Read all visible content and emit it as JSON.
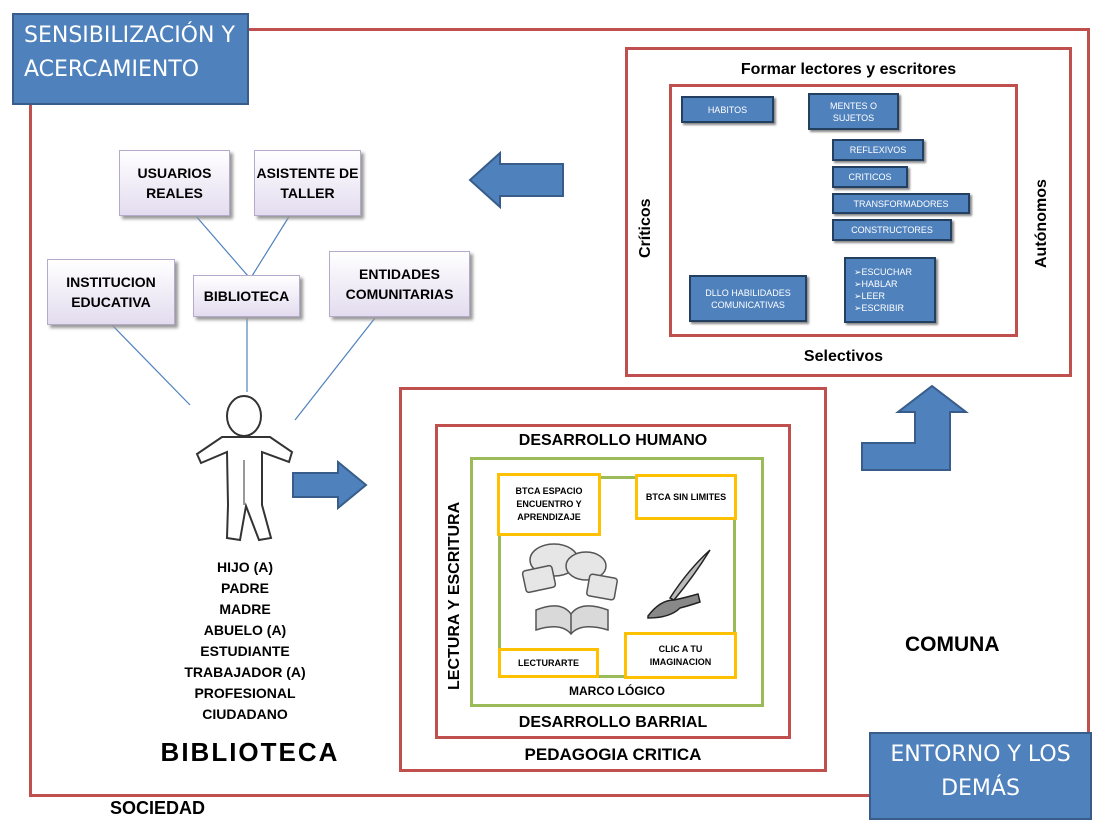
{
  "header": {
    "sensibilizacion": "SENSIBILIZACIÓN Y ACERCAMIENTO"
  },
  "footer": {
    "entorno": "ENTORNO Y LOS DEMÁS",
    "sociedad": "SOCIEDAD"
  },
  "library_network": {
    "usuarios": "USUARIOS REALES",
    "asistente": "ASISTENTE DE TALLER",
    "institucion": "INSTITUCION EDUCATIVA",
    "biblioteca": "BIBLIOTECA",
    "entidades": "ENTIDADES COMUNITARIAS"
  },
  "roles": [
    "HIJO (A)",
    "PADRE",
    "MADRE",
    "ABUELO (A)",
    "ESTUDIANTE",
    "TRABAJADOR (A)",
    "PROFESIONAL",
    "CIUDADANO"
  ],
  "biblioteca_title": "BIBLIOTECA",
  "comuna": "COMUNA",
  "formar": {
    "title": "Formar lectores y escritores",
    "left": "Críticos",
    "right": "Autónomos",
    "bottom": "Selectivos",
    "habitos": "HABITOS",
    "mentes": "MENTES O SUJETOS",
    "items": [
      "REFLEXIVOS",
      "CRITICOS",
      "TRANSFORMADORES",
      "CONSTRUCTORES"
    ],
    "dllo": "DLLO HABILIDADES COMUNICATIVAS",
    "skills": [
      "➢ESCUCHAR",
      "➢HABLAR",
      "➢LEER",
      "➢ESCRIBIR"
    ]
  },
  "pedagogia": {
    "title": "PEDAGOGIA CRITICA",
    "desarrollo_humano": "DESARROLLO HUMANO",
    "desarrollo_barrial": "DESARROLLO BARRIAL",
    "lectura": "LECTURA Y ESCRITURA",
    "marco": "MARCO LÓGICO",
    "btca_espacio": "BTCA ESPACIO ENCUENTRO Y APRENDIZAJE",
    "btca_sin": "BTCA SIN LIMITES",
    "lecturarte": "LECTURARTE",
    "clic": "CLIC A TU IMAGINACION"
  },
  "colors": {
    "frame": "#c0504d",
    "blue": "#4f81bd",
    "green": "#9bbb59",
    "yellow": "#ffc000"
  }
}
